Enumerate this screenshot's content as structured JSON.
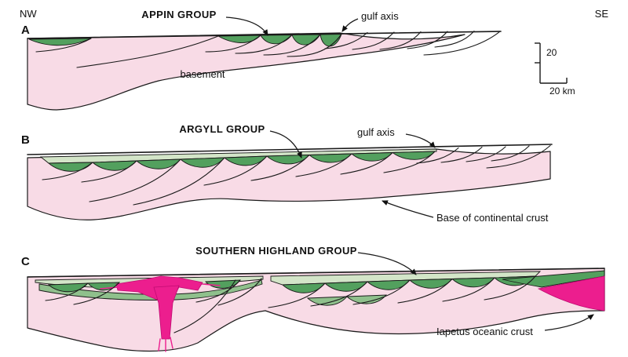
{
  "figure": {
    "compass_nw": "NW",
    "compass_se": "SE"
  },
  "scale_bar": {
    "vertical_label": "20",
    "horizontal_label": "20 km"
  },
  "panel_a": {
    "letter": "A",
    "title": "APPIN GROUP",
    "annotation_gulf_axis": "gulf axis",
    "annotation_basement": "basement"
  },
  "panel_b": {
    "letter": "B",
    "title": "ARGYLL GROUP",
    "annotation_gulf_axis": "gulf axis",
    "annotation_base_crust": "Base of continental crust"
  },
  "panel_c": {
    "letter": "C",
    "title": "SOUTHERN HIGHLAND GROUP",
    "annotation_oceanic_crust": "Iapetus oceanic crust"
  },
  "colors": {
    "line": "#1a1a1a",
    "pink": "#f8dbe6",
    "dark_green": "#53a05e",
    "medium_green": "#8fc08c",
    "light_green": "#d3e5c8",
    "magenta": "#ec1e8e",
    "background": "#ffffff"
  }
}
